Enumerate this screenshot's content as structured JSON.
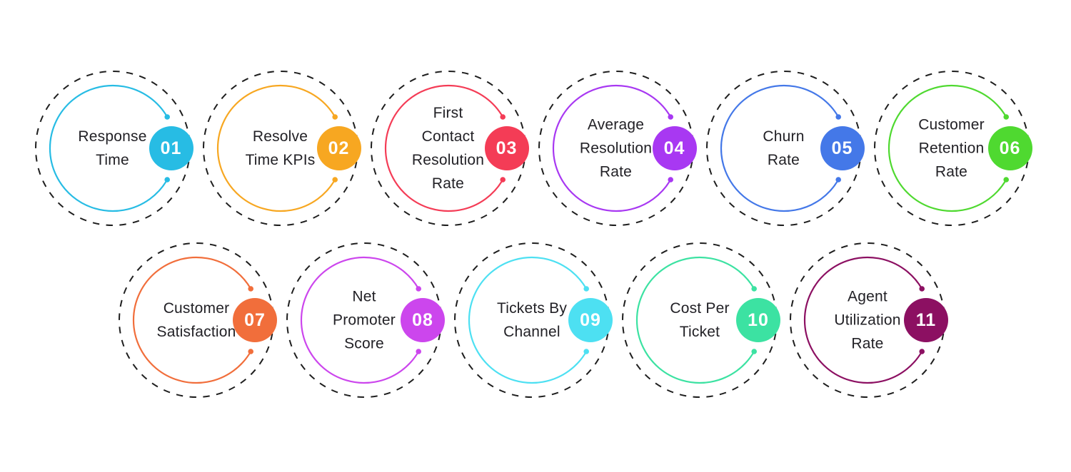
{
  "theme": {
    "background": "#FFFFFF",
    "text_color": "#222126",
    "dashed_ring_color": "#1E1E1E",
    "badge_number_color": "#FFFFFF"
  },
  "rows": [
    6,
    5
  ],
  "items": [
    {
      "number": "01",
      "label": "Response\nTime",
      "color": "#27BCE4"
    },
    {
      "number": "02",
      "label": "Resolve\nTime KPIs",
      "color": "#F7A721"
    },
    {
      "number": "03",
      "label": "First\nContact\nResolution\nRate",
      "color": "#F43C56"
    },
    {
      "number": "04",
      "label": "Average\nResolution\nRate",
      "color": "#A838F2"
    },
    {
      "number": "05",
      "label": "Churn\nRate",
      "color": "#4478E8"
    },
    {
      "number": "06",
      "label": "Customer\nRetention\nRate",
      "color": "#4FD930"
    },
    {
      "number": "07",
      "label": "Customer\nSatisfaction",
      "color": "#F16E3B"
    },
    {
      "number": "08",
      "label": "Net\nPromoter\nScore",
      "color": "#CC46ED"
    },
    {
      "number": "09",
      "label": "Tickets By\nChannel",
      "color": "#4DE0F2"
    },
    {
      "number": "10",
      "label": "Cost Per\nTicket",
      "color": "#3CE2A2"
    },
    {
      "number": "11",
      "label": "Agent\nUtilization\nRate",
      "color": "#8C1062"
    }
  ]
}
